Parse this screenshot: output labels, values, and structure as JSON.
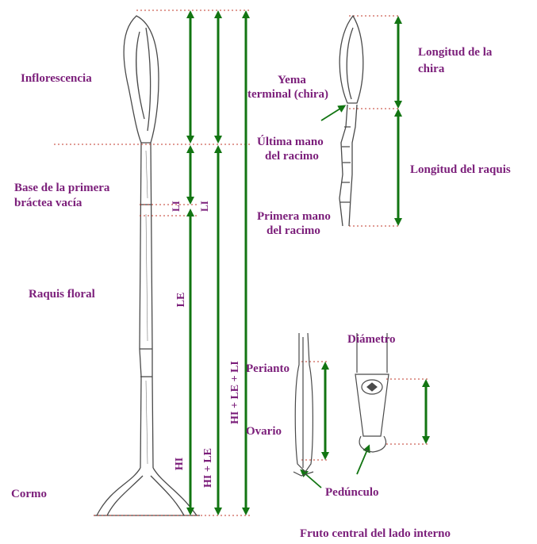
{
  "labels": {
    "inflorescencia": "Inflorescencia",
    "base_bractea_1": "Base de la primera",
    "base_bractea_2": "bráctea vacía",
    "raquis_floral": "Raquis floral",
    "cormo": "Cormo",
    "yema_1": "Yema",
    "yema_2": "terminal (chira)",
    "ultima_mano_1": "Última mano",
    "ultima_mano_2": "del racimo",
    "primera_mano_1": "Primera mano",
    "primera_mano_2": "del racimo",
    "longitud_chira_1": "Longitud de la",
    "longitud_chira_2": "chira",
    "longitud_raquis": "Longitud del raquis",
    "diametro": "Diámetro",
    "perianto": "Perianto",
    "ovario": "Ovario",
    "pedunculo": "Pedúnculo",
    "fruto_central": "Fruto central del lado interno"
  },
  "measures": {
    "li": "LI",
    "li_2": "LI",
    "le": "LE",
    "hi": "HI",
    "hi_le": "HI + LE",
    "hi_le_li": "HI + LE + LI"
  },
  "colors": {
    "arrow": "#127512",
    "label": "#7b1e7a",
    "dotted": "#c0392b",
    "sketch": "#4a4a4a"
  }
}
